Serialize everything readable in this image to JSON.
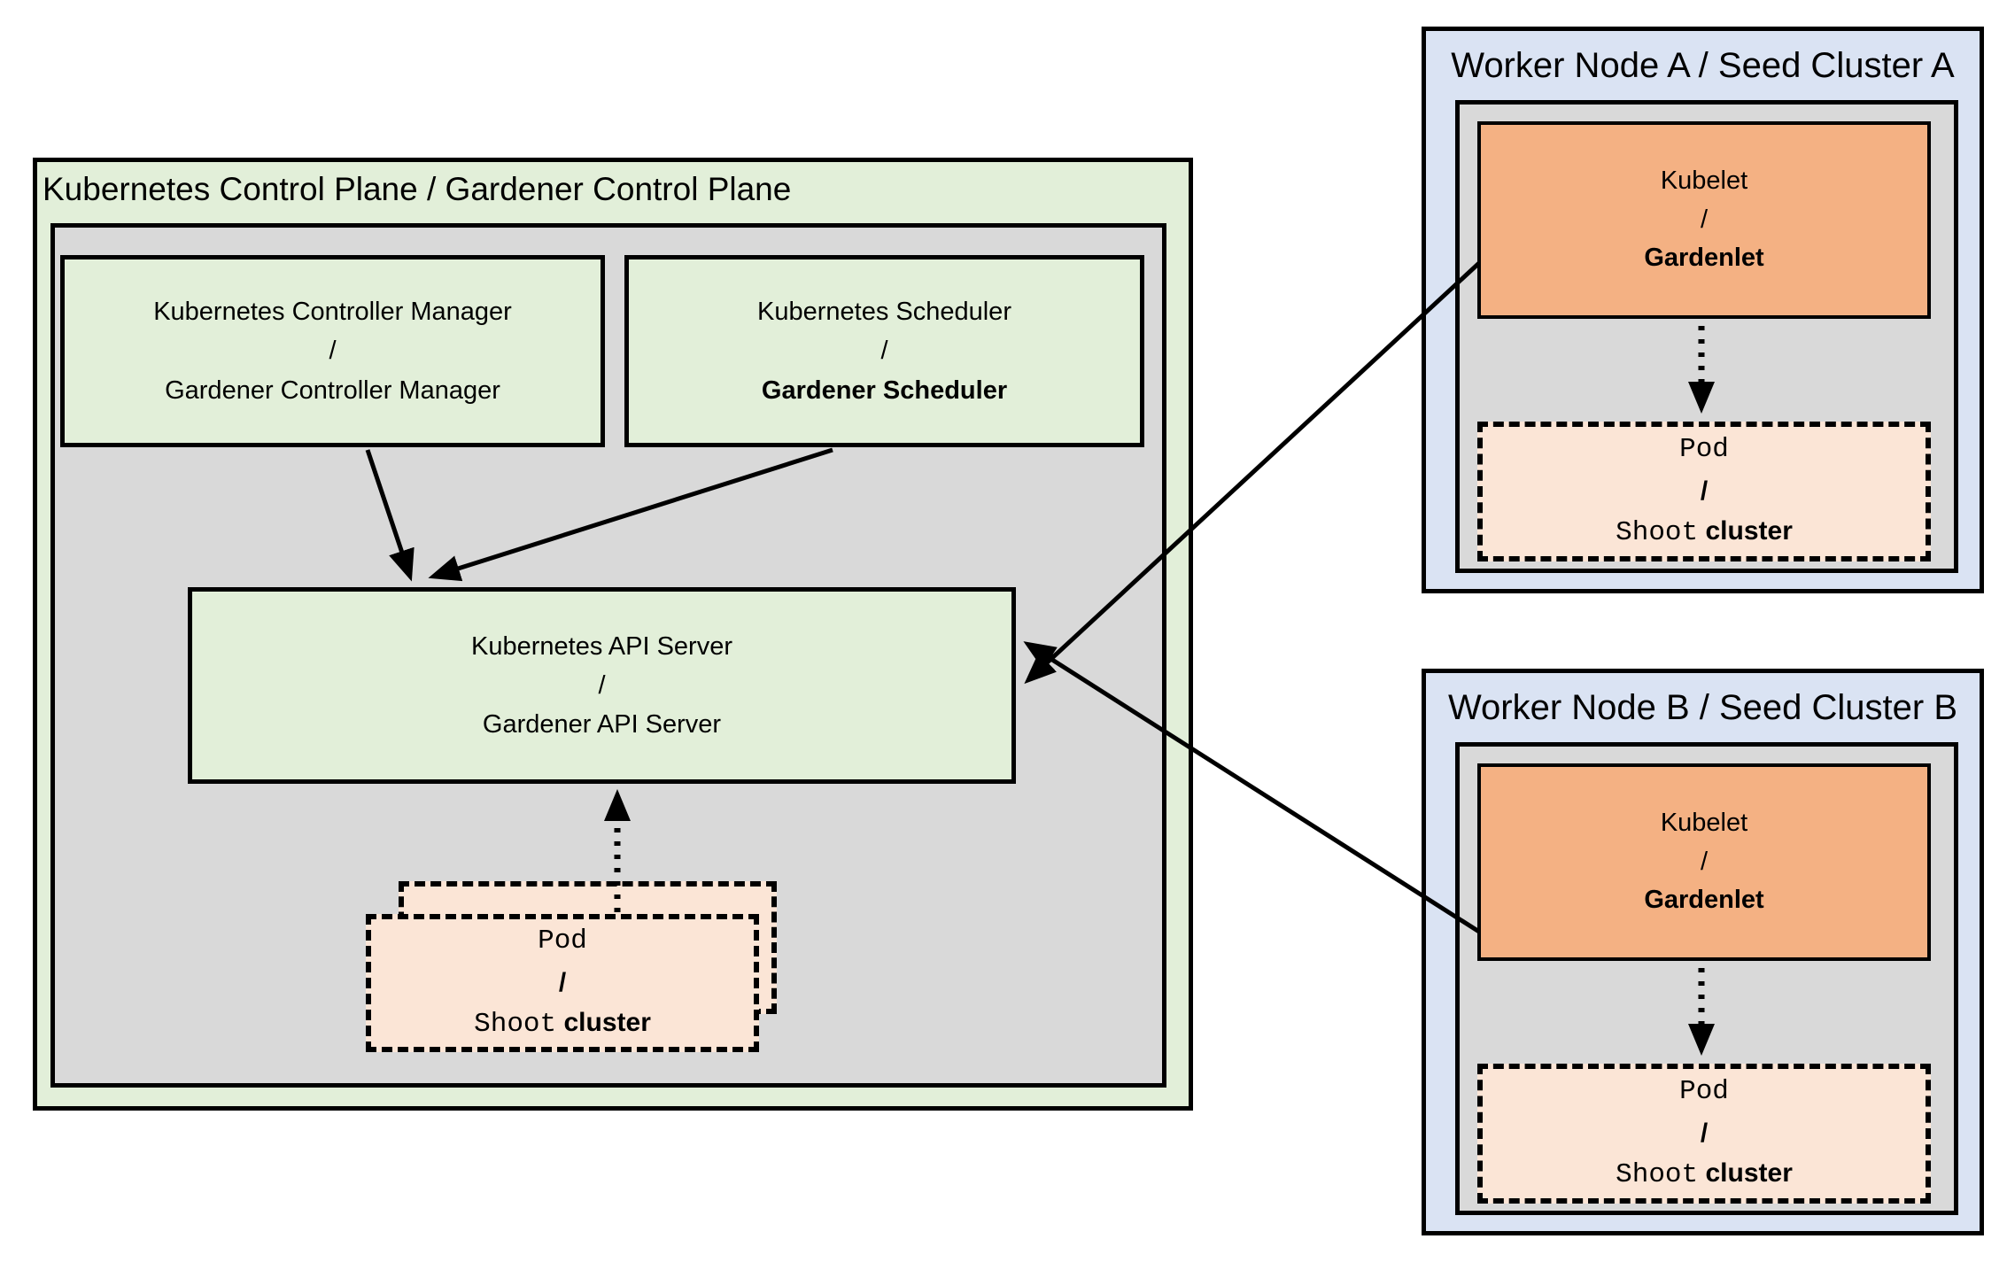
{
  "control_plane": {
    "title": "Kubernetes Control Plane / Gardener Control Plane",
    "controller_manager": {
      "line1": "Kubernetes Controller Manager",
      "separator": "/",
      "line2": "Gardener Controller Manager"
    },
    "scheduler": {
      "line1": "Kubernetes Scheduler",
      "separator": "/",
      "line2": "Gardener Scheduler"
    },
    "api_server": {
      "line1": "Kubernetes API Server",
      "separator": "/",
      "line2": "Gardener API Server"
    },
    "pod": {
      "line1": "Pod",
      "separator": "/",
      "line2_code": "Shoot",
      "line2_text": "cluster"
    }
  },
  "worker_nodes": [
    {
      "title": "Worker Node A / Seed Cluster A",
      "kubelet": {
        "line1": "Kubelet",
        "separator": "/",
        "line2": "Gardenlet"
      },
      "pod": {
        "line1": "Pod",
        "separator": "/",
        "line2_code": "Shoot",
        "line2_text": "cluster"
      }
    },
    {
      "title": "Worker Node B / Seed Cluster B",
      "kubelet": {
        "line1": "Kubelet",
        "separator": "/",
        "line2": "Gardenlet"
      },
      "pod": {
        "line1": "Pod",
        "separator": "/",
        "line2_code": "Shoot",
        "line2_text": "cluster"
      }
    }
  ],
  "colors": {
    "light_green": "#e2efd9",
    "gray": "#d9d9d9",
    "light_blue": "#dae3f3",
    "orange": "#f4b183",
    "peach": "#fbe5d6",
    "line": "#000000"
  }
}
